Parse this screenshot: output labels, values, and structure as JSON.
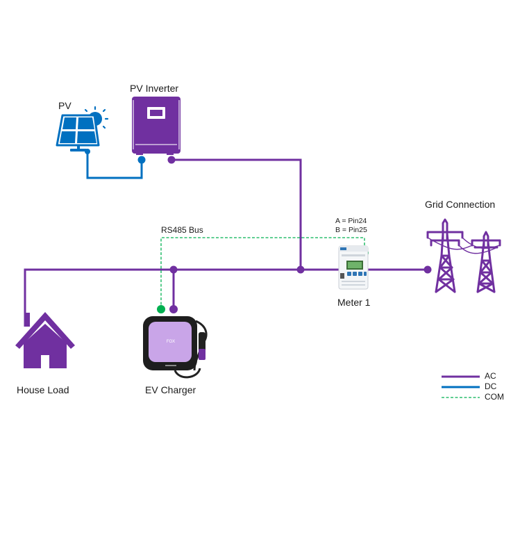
{
  "labels": {
    "pv": "PV",
    "pv_inverter": "PV Inverter",
    "grid_connection": "Grid Connection",
    "rs485_bus": "RS485 Bus",
    "pin_a": "A = Pin24",
    "pin_b": "B = Pin25",
    "meter": "Meter 1",
    "house_load": "House Load",
    "ev_charger": "EV Charger",
    "charger_brand": "FOX"
  },
  "legend": [
    {
      "label": "AC",
      "color": "#7030a0",
      "style": "solid"
    },
    {
      "label": "DC",
      "color": "#0070c0",
      "style": "solid"
    },
    {
      "label": "COM",
      "color": "#00b050",
      "style": "dashed"
    }
  ],
  "colors": {
    "ac": "#7030a0",
    "dc": "#0070c0",
    "com": "#00b050",
    "charger_face": "#c9a5e8"
  },
  "icons": [
    "solar-panel-icon",
    "sun-icon",
    "inverter-icon",
    "house-icon",
    "ev-charger-icon",
    "energy-meter-icon",
    "transmission-tower-icon"
  ]
}
